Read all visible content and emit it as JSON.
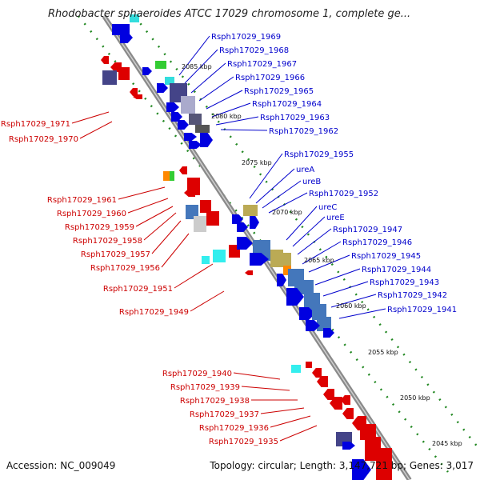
{
  "title": "Rhodobacter sphaeroides ATCC 17029 chromosome 1, complete ge...",
  "footer": {
    "accession": "Accession: NC_009049",
    "topology": "Topology: circular; Length: 3,147,721 bp; Genes: 3,017"
  },
  "colors": {
    "forward_label": "#0000cc",
    "reverse_label": "#cc0000",
    "backbone": "#888888",
    "tick_dots": "#228822"
  },
  "scale_ticks": [
    "2085 kbp",
    "2080 kbp",
    "2075 kbp",
    "2070 kbp",
    "2065 kbp",
    "2060 kbp",
    "2055 kbp",
    "2050 kbp",
    "2045 kbp"
  ],
  "forward_genes": [
    "Rsph17029_1969",
    "Rsph17029_1968",
    "Rsph17029_1967",
    "Rsph17029_1966",
    "Rsph17029_1965",
    "Rsph17029_1964",
    "Rsph17029_1963",
    "Rsph17029_1962",
    "Rsph17029_1955",
    "ureA",
    "ureB",
    "Rsph17029_1952",
    "ureC",
    "ureE",
    "Rsph17029_1947",
    "Rsph17029_1946",
    "Rsph17029_1945",
    "Rsph17029_1944",
    "Rsph17029_1943",
    "Rsph17029_1942",
    "Rsph17029_1941"
  ],
  "reverse_genes": [
    "Rsph17029_1971",
    "Rsph17029_1970",
    "Rsph17029_1961",
    "Rsph17029_1960",
    "Rsph17029_1959",
    "Rsph17029_1958",
    "Rsph17029_1957",
    "Rsph17029_1956",
    "Rsph17029_1951",
    "Rsph17029_1949",
    "Rsph17029_1940",
    "Rsph17029_1939",
    "Rsph17029_1938",
    "Rsph17029_1937",
    "Rsph17029_1936",
    "Rsph17029_1935"
  ]
}
